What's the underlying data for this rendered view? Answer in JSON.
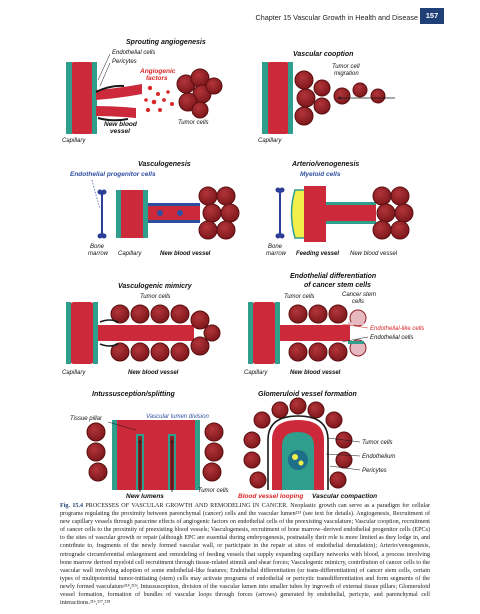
{
  "header": {
    "chapter_title": "Chapter 15    Vascular Growth in Health and Disease",
    "page_number": "157"
  },
  "panels": {
    "sprouting": {
      "title": "Sprouting angiogenesis",
      "endothelial_cells": "Endothelial cells",
      "pericytes": "Pericytes",
      "angiogenic_factors_1": "Angiogenic",
      "angiogenic_factors_2": "factors",
      "tumor_cells": "Tumor cells",
      "new_blood_1": "New blood",
      "new_blood_2": "vessel",
      "capillary": "Capillary"
    },
    "cooption": {
      "title": "Vascular cooption",
      "tumor_cell_1": "Tumor cell",
      "tumor_cell_2": "migration",
      "capillary": "Capillary"
    },
    "vasculogenesis": {
      "title": "Vasculogenesis",
      "progenitor": "Endothelial progenitor cells",
      "bone_1": "Bone",
      "bone_2": "marrow",
      "capillary": "Capillary",
      "new_vessel": "New blood vessel"
    },
    "arterio": {
      "title": "Arterio/venogenesis",
      "myeloid": "Myeloid cells",
      "bone_1": "Bone",
      "bone_2": "marrow",
      "feeding": "Feeding vessel",
      "new_vessel": "New blood vessel"
    },
    "mimicry": {
      "title": "Vasculogenic mimicry",
      "tumor_cells": "Tumor cells",
      "capillary": "Capillary",
      "new_vessel": "New blood vessel"
    },
    "differentiation": {
      "title_1": "Endothelial differentiation",
      "title_2": "of cancer stem cells",
      "tumor_cells": "Tumor cells",
      "stem_1": "Cancer stem",
      "stem_2": "cells",
      "endo_like": "Endothelial-like cells",
      "endo_cells": "Endothelial cells",
      "capillary": "Capillary",
      "new_vessel": "New blood vessel"
    },
    "intussusception": {
      "title": "Intussusception/splitting",
      "tissue_pillar": "Tissue pillar",
      "lumen_division": "Vascular lumen division",
      "tumor_cells": "Tumor cells",
      "new_lumens": "New lumens"
    },
    "glomeruloid": {
      "title": "Glomeruloid vessel formation",
      "tumor_cells": "Tumor cells",
      "endothelium": "Endothelium",
      "pericytes": "Pericytes",
      "looping": "Blood vessel looping",
      "compaction": "Vascular compaction"
    }
  },
  "colors": {
    "vessel": "#cc2a3a",
    "vessel_dark": "#8e1424",
    "endothelium": "#2f9e8c",
    "tumor": "#8e1e24",
    "pericyte": "#1a1a1a",
    "progenitor_blue": "#2e4fa0",
    "myeloid_yellow": "#f3ef4a",
    "angiogenic_red": "#d92626",
    "stem_cell_pink": "#e6b8c0",
    "bone": "#2b3f97",
    "caption_accent": "#1e3f77"
  },
  "caption": {
    "label": "Fig. 15.4",
    "text": "PROCESSES OF VASCULAR GROWTH AND REMODELING IN CANCER. Neoplastic growth can serve as a paradigm for cellular programs regulating the proximity between parenchymal (cancer) cells and the vascular lumen²¹³ (see text for details). Angiogenesis, Recruitment of new capillary vessels through paracrine effects of angiogenic factors on endothelial cells of the preexisting vasculature; Vascular cooption, recruitment of cancer cells to the proximity of preexisting blood vessels; Vasculogenesis, recruitment of bone marrow–derived endothelial progenitor cells (EPCs) to the sites of vascular growth or repair (although EPC are essential during embryogenesis, postnatally their role is more limited as they lodge in, and contribute to, fragments of the newly formed vascular wall, or participate in the repair at sites of endothelial denudation); Arterio/venogenesis, retrograde circumferential enlargement and remodeling of feeding vessels that supply expanding capillary networks with blood, a process involving bone marrow derived myeloid cell recruitment through tissue-related stimuli and shear forces; Vasculogenic mimicry, contribution of cancer cells to the vascular wall involving adoption of some endothelial-like features; Endothelial differentiation (or trans-differentiation) of cancer stem cells, certain types of multipotential tumor-initiating (stem) cells may activate programs of endothelial or pericytic transdifferentiation and form segments of the newly formed vasculature²¹⁴,²¹⁵; Intussusception, division of the vascular lumen into smaller tubes by ingrowth of external tissue pillars; Glomeruloid vessel formation, formation of bundles of vascular loops through forces (arrows) generated by endothelial, pericyte, and parenchymal cell interactions.²¹⁶,²¹⁷,²¹⁸"
  }
}
